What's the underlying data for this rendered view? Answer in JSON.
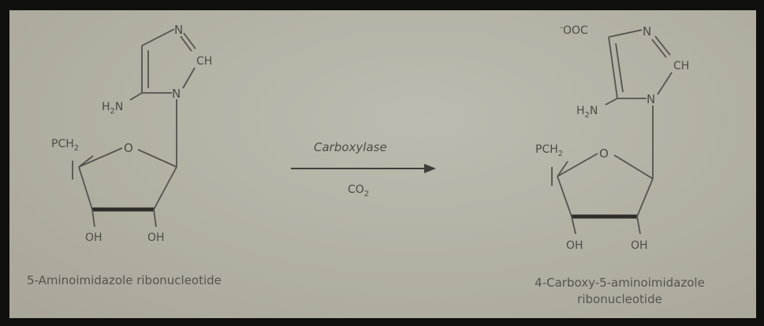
{
  "atoms": {
    "n": "N",
    "ch": "CH",
    "h": "H",
    "two": "2",
    "p_ch": "PCH",
    "o": "O",
    "oh": "OH",
    "ooc": "OOC",
    "minus": "-"
  },
  "reactant": {
    "name": "5-Aminoimidazole ribonucleotide"
  },
  "product": {
    "name_line1": "4-Carboxy-5-aminoimidazole",
    "name_line2": "ribonucleotide"
  },
  "arrow": {
    "enzyme": "Carboxylase",
    "cofactor": "CO",
    "cofactor_subscript": "2"
  },
  "colors": {
    "frame": "#0f0f0d",
    "paper": "#b4b1a5",
    "ink": "#4d4b46"
  }
}
